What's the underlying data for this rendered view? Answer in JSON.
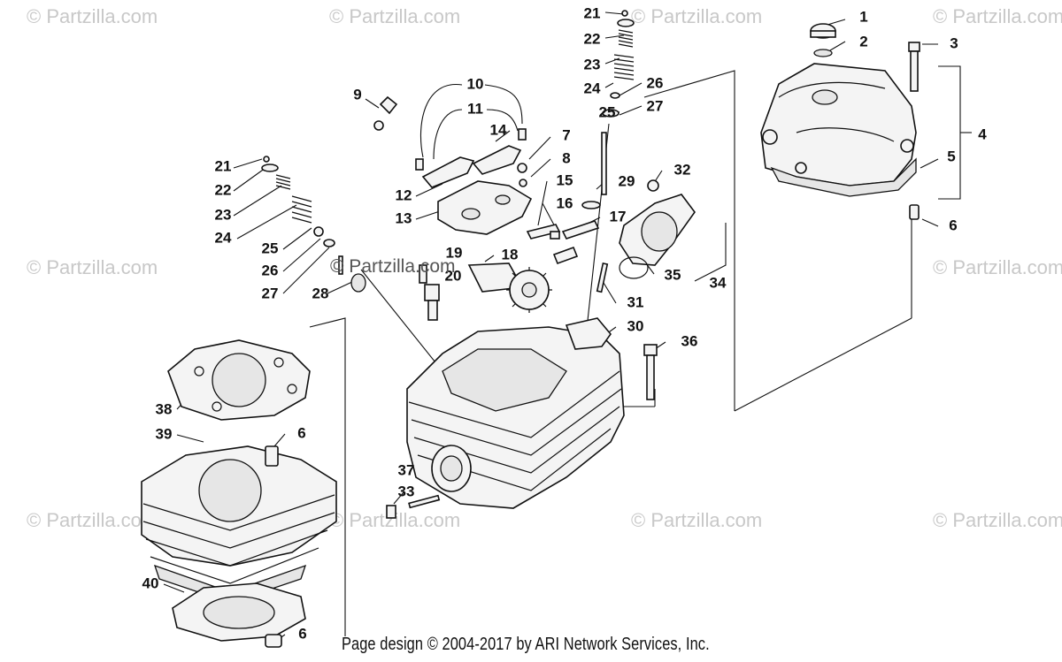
{
  "watermarks": {
    "text": "© Partzilla.com",
    "center_text": "© Partzilla.com"
  },
  "callouts": {
    "n1": "1",
    "n2": "2",
    "n3": "3",
    "n4": "4",
    "n5": "5",
    "n6a": "6",
    "n6b": "6",
    "n6c": "6",
    "n7": "7",
    "n8": "8",
    "n9": "9",
    "n10": "10",
    "n11": "11",
    "n12": "12",
    "n13": "13",
    "n14": "14",
    "n15": "15",
    "n16": "16",
    "n17": "17",
    "n18": "18",
    "n19": "19",
    "n20": "20",
    "n21a": "21",
    "n21b": "21",
    "n22a": "22",
    "n22b": "22",
    "n23a": "23",
    "n23b": "23",
    "n24a": "24",
    "n24b": "24",
    "n25a": "25",
    "n25b": "25",
    "n26a": "26",
    "n26b": "26",
    "n27a": "27",
    "n27b": "27",
    "n28": "28",
    "n29": "29",
    "n30": "30",
    "n31": "31",
    "n32": "32",
    "n33": "33",
    "n34": "34",
    "n35": "35",
    "n36": "36",
    "n37": "37",
    "n38": "38",
    "n39": "39",
    "n40": "40"
  },
  "footer": {
    "text": "Page design © 2004-2017 by ARI Network Services, Inc."
  }
}
